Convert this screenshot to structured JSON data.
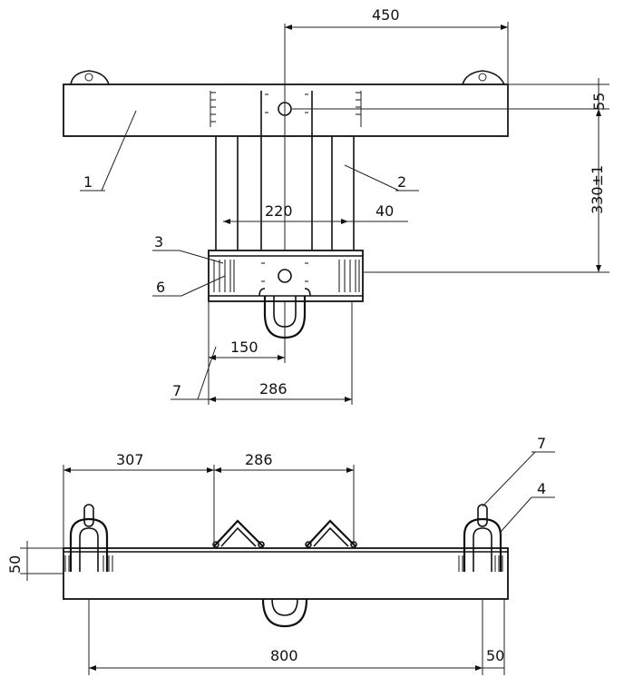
{
  "dimensions": {
    "top_offset": "450",
    "top_plate_height": "55",
    "overall_height": "330±1",
    "spacing_inner": "220",
    "spacing_side": "40",
    "bolt_offset": "150",
    "base_width_top": "286",
    "half_length": "307",
    "center_width": "286",
    "total_length": "800",
    "end_offset": "50",
    "side_height": "50"
  },
  "callouts": {
    "p1": "1",
    "p2": "2",
    "p3": "3",
    "p4": "4",
    "p6": "6",
    "p7_top": "7",
    "p7_bottom": "7"
  }
}
